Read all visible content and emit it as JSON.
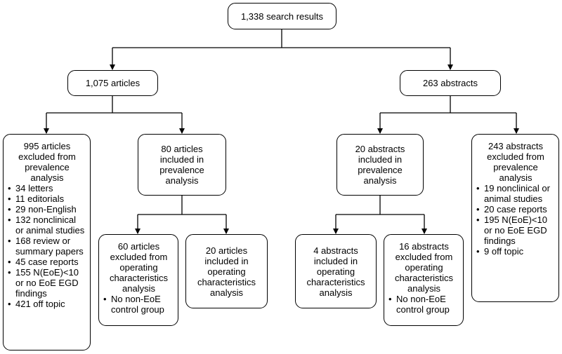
{
  "root": {
    "text": "1,338 search results"
  },
  "articles": {
    "text": "1,075 articles"
  },
  "abstracts": {
    "text": "263 abstracts"
  },
  "articles_excluded": {
    "head": "995 articles excluded from prevalence analysis",
    "items": [
      "34 letters",
      "11 editorials",
      "29 non-English",
      "132 nonclinical or animal studies",
      "168 review or summary papers",
      "45 case reports",
      "155 N(EoE)<10 or no EoE EGD findings",
      "421 off topic"
    ]
  },
  "articles_included": {
    "text": "80 articles included in prevalence analysis"
  },
  "articles_op_excluded": {
    "head": "60 articles excluded from operating characteristics analysis",
    "items": [
      "No non-EoE control group"
    ]
  },
  "articles_op_included": {
    "text": "20 articles included in operating characteristics analysis"
  },
  "abstracts_included": {
    "text": "20 abstracts included in prevalence analysis"
  },
  "abstracts_op_included": {
    "text": "4 abstracts included in operating characteristics analysis"
  },
  "abstracts_op_excluded": {
    "head": "16 abstracts excluded from operating characteristics analysis",
    "items": [
      "No non-EoE control group"
    ]
  },
  "abstracts_excluded": {
    "head": "243 abstracts excluded from prevalence analysis",
    "items": [
      "19 nonclinical or animal studies",
      "20 case reports",
      "195 N(EoE)<10 or no EoE EGD findings",
      "9 off topic"
    ]
  }
}
